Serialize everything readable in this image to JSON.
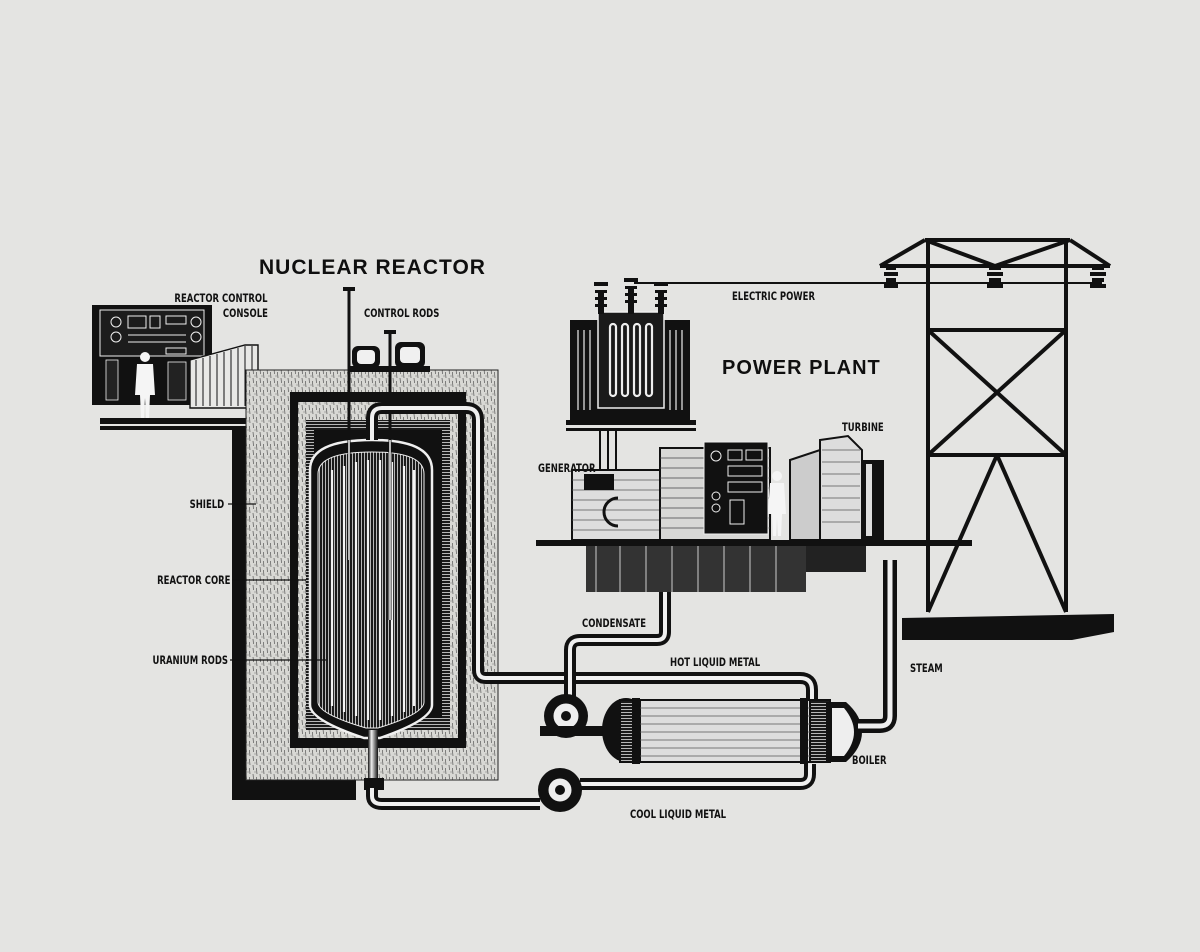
{
  "titles": {
    "reactor": "NUCLEAR REACTOR",
    "plant": "POWER PLANT"
  },
  "labels": {
    "reactor_control_console_line1": "REACTOR CONTROL",
    "reactor_control_console_line2": "CONSOLE",
    "control_rods": "CONTROL RODS",
    "electric_power": "ELECTRIC POWER",
    "turbine": "TURBINE",
    "generator": "GENERATOR",
    "shield": "SHIELD",
    "reactor_core": "REACTOR CORE",
    "uranium_rods": "URANIUM RODS",
    "condensate": "CONDENSATE",
    "hot_liquid_metal": "HOT LIQUID METAL",
    "steam": "STEAM",
    "boiler": "BOILER",
    "cool_liquid_metal": "COOL LIQUID METAL"
  },
  "colors": {
    "background": "#e4e4e2",
    "ink": "#111111",
    "shield_fill": "#d6d6d2"
  }
}
